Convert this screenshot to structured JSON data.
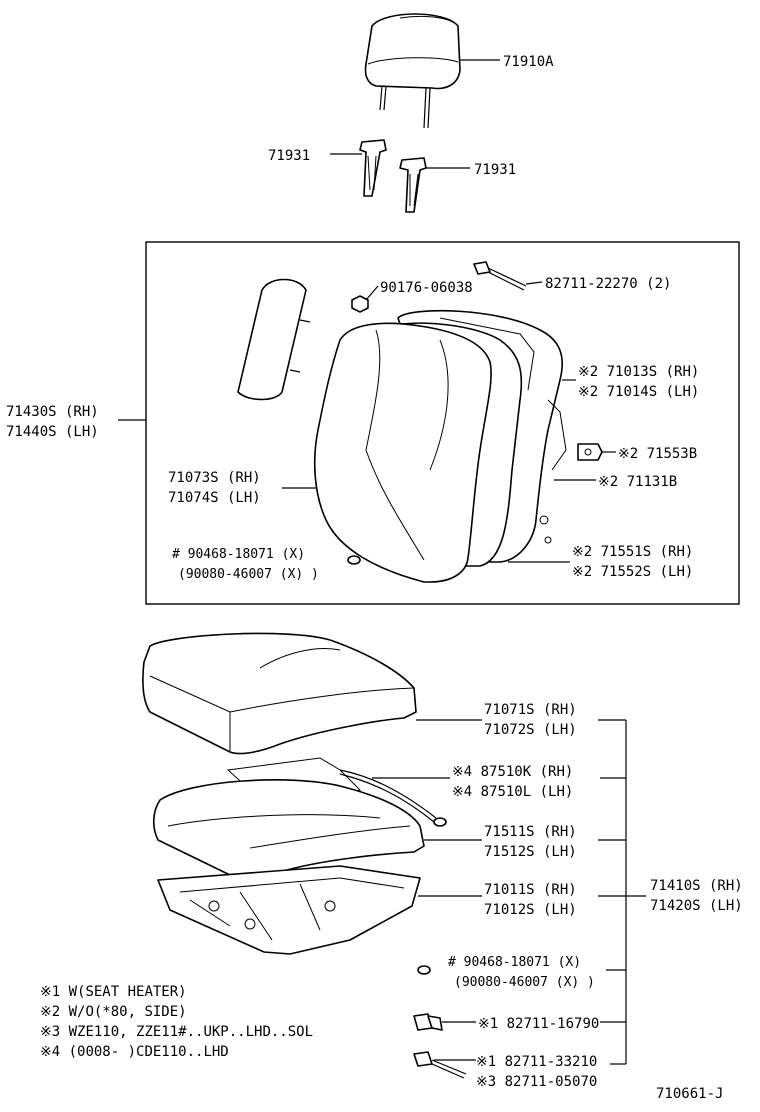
{
  "diagram_id": "710661-J",
  "labels": {
    "headrest": "71910A",
    "support_left": "71931",
    "support_right": "71931",
    "bolt_top": "90176-06038",
    "clip_top": "82711-22270 (2)",
    "back_assy_1": "71430S (RH)",
    "back_assy_2": "71440S (LH)",
    "back_frame_1": "※2 71013S (RH)",
    "back_frame_2": "※2 71014S (LH)",
    "back_lock": "※2 71553B",
    "back_hinge": "※2 71131B",
    "back_cover_1": "71073S (RH)",
    "back_cover_2": "71074S (LH)",
    "back_pad_1": "※2 71551S (RH)",
    "back_pad_2": "※2 71552S (LH)",
    "back_hog_1": "# 90468-18071 (X)",
    "back_hog_2": "(90080-46007 (X) )",
    "cushion_cover_1": "71071S (RH)",
    "cushion_cover_2": "71072S (LH)",
    "heater_1": "※4 87510K (RH)",
    "heater_2": "※4 87510L (LH)",
    "cushion_pad_1": "71511S (RH)",
    "cushion_pad_2": "71512S (LH)",
    "cushion_frame_1": "71011S (RH)",
    "cushion_frame_2": "71012S (LH)",
    "cushion_assy_1": "71410S (RH)",
    "cushion_assy_2": "71420S (LH)",
    "cushion_hog_1": "# 90468-18071 (X)",
    "cushion_hog_2": "(90080-46007 (X) )",
    "clip_a": "※1 82711-16790",
    "clip_b_1": "※1 82711-33210",
    "clip_b_2": "※3 82711-05070"
  },
  "notes": [
    "※1  W(SEAT HEATER)",
    "※2  W/O(*80, SIDE)",
    "※3  WZE110, ZZE11#..UKP..LHD..SOL",
    "※4  (0008-      )CDE110..LHD"
  ]
}
